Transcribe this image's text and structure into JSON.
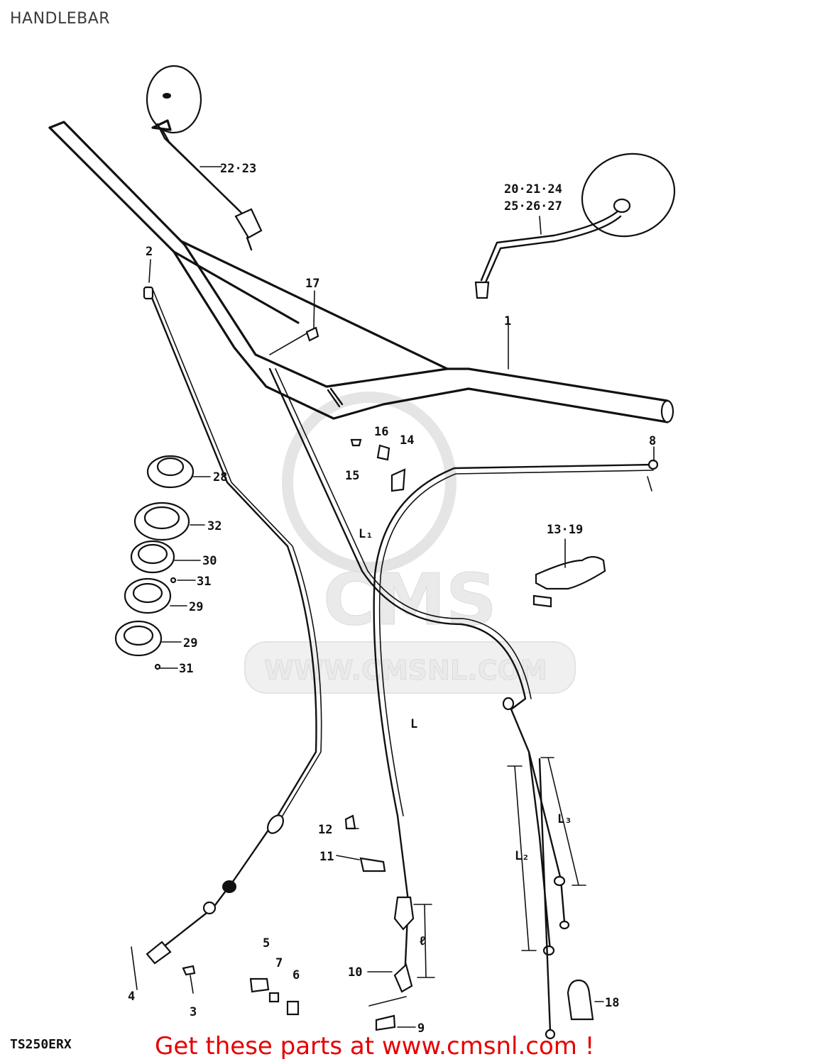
{
  "header": {
    "title": "HANDLEBAR"
  },
  "footer": {
    "model_code": "TS250ERX",
    "promo": "Get these parts at www.cmsnl.com !"
  },
  "watermark": {
    "brand": "CMS",
    "url": "WWW.CMSNL.COM"
  },
  "callouts": {
    "c1": "1",
    "c2": "2",
    "c3": "3",
    "c4": "4",
    "c5": "5",
    "c6": "6",
    "c7": "7",
    "c8": "8",
    "c9": "9",
    "c10": "10",
    "c11": "11",
    "c12": "12",
    "c13_19": "13·19",
    "c14": "14",
    "c15": "15",
    "c16": "16",
    "c17": "17",
    "c18": "18",
    "c20_line1": "20·21·24",
    "c20_line2": "25·26·27",
    "c22_23": "22·23",
    "c28": "28",
    "c29a": "29",
    "c29b": "29",
    "c30": "30",
    "c31a": "31",
    "c31b": "31",
    "c32": "32",
    "dim_L": "L",
    "dim_L1": "L₁",
    "dim_L2": "L₂",
    "dim_L3": "L₃",
    "dim_l": "ℓ"
  }
}
